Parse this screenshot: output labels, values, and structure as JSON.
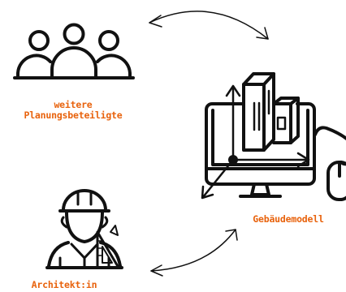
{
  "colors": {
    "accent": "#e8620c",
    "ink": "#111111"
  },
  "nodes": {
    "planners": {
      "line1": "weitere",
      "line2": "Planungsbeteiligte",
      "icon": "group-of-people-icon"
    },
    "model": {
      "label": "Gebäudemodell",
      "icon": "computer-3d-building-model-icon"
    },
    "architect": {
      "label": "Architekt:in",
      "icon": "architect-with-hardhat-icon"
    }
  },
  "connectors": [
    {
      "from": "planners",
      "to": "model",
      "type": "double-arrow"
    },
    {
      "from": "model",
      "to": "architect",
      "type": "double-arrow"
    }
  ]
}
